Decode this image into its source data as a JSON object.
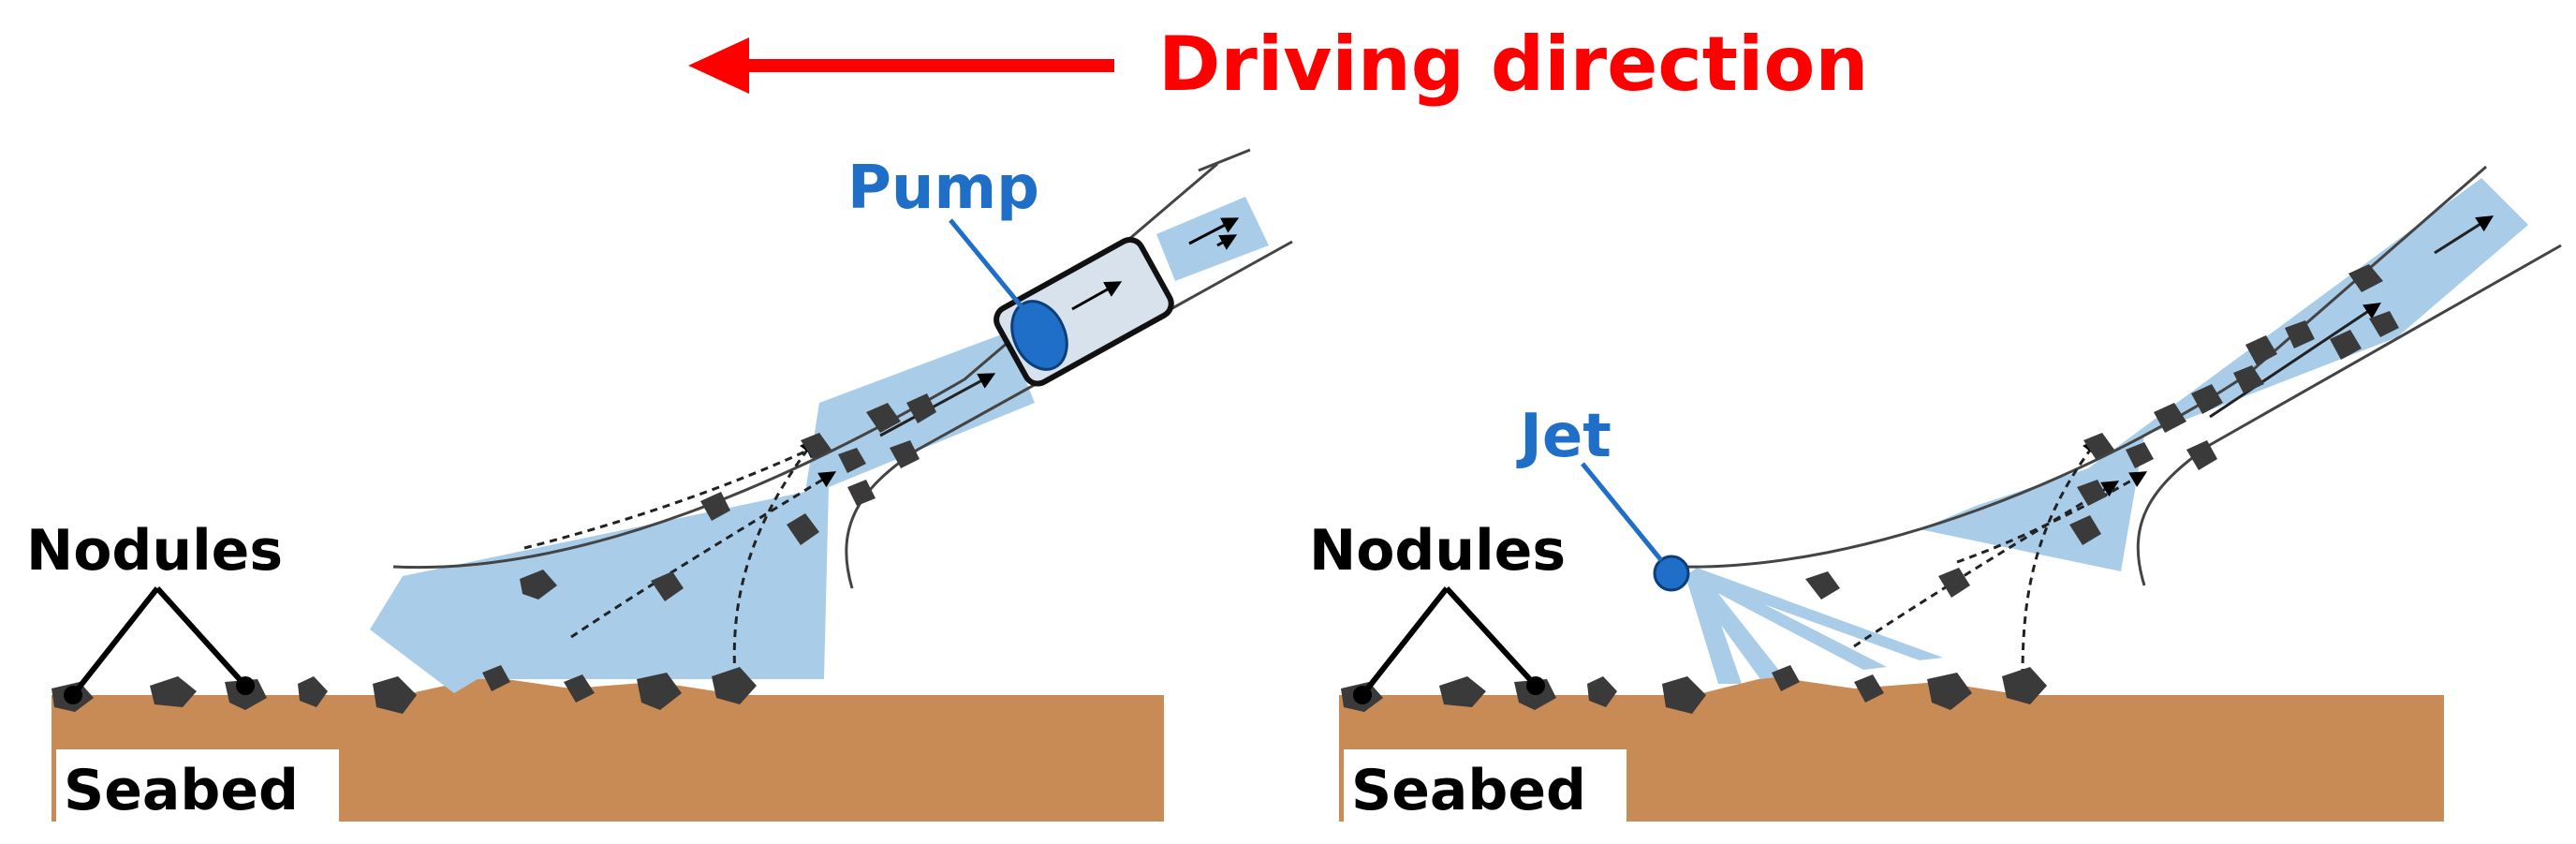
{
  "header": {
    "direction_label": "Driving direction",
    "arrow_color": "#ff0000"
  },
  "left_panel": {
    "nodules_label": "Nodules",
    "seabed_label": "Seabed",
    "pump_label": "Pump"
  },
  "right_panel": {
    "nodules_label": "Nodules",
    "seabed_label": "Seabed",
    "jet_label": "Jet"
  },
  "colors": {
    "seabed": "#c98b55",
    "flow": "#a9cde9",
    "component_blue": "#1f6ec8",
    "nodule": "#3a3a3a",
    "label_black": "#000000"
  }
}
